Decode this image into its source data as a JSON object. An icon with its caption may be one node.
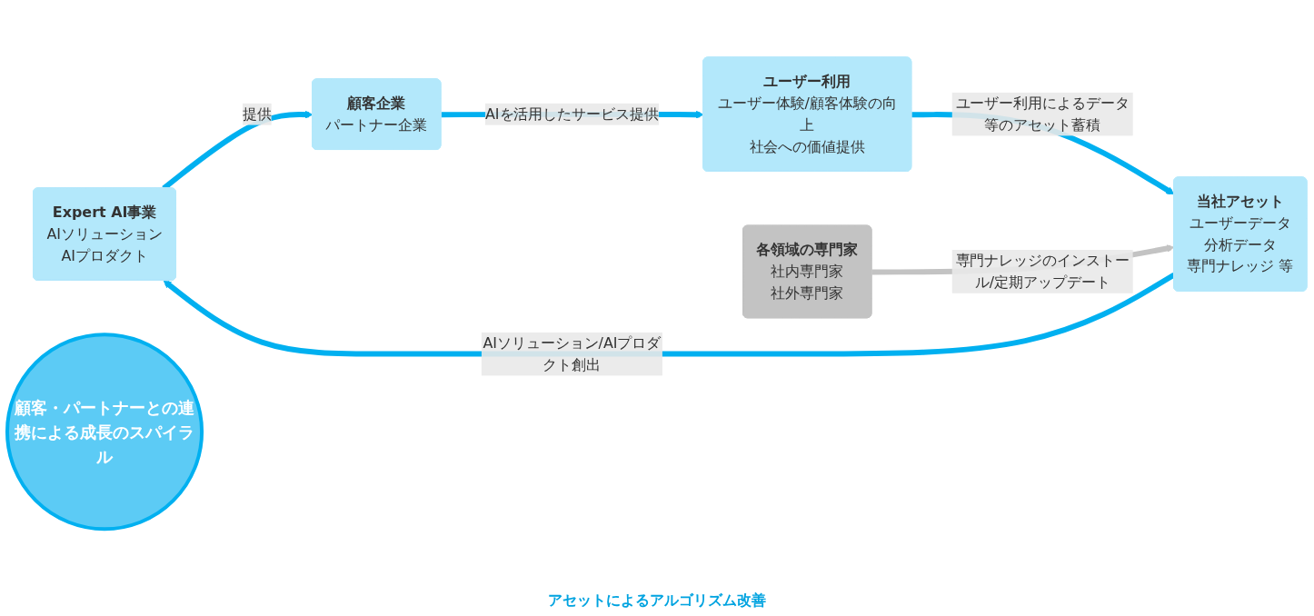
{
  "diagram": {
    "nodes": [
      {
        "text": [
          "Expert AI事業",
          "AIソリューション",
          "AIプロダクト"
        ]
      },
      {
        "text": [
          "顧客企業",
          "パートナー企業"
        ]
      },
      {
        "text": [
          "各領域の専門家",
          "社内専門家",
          "社外専門家"
        ]
      },
      {
        "text": [
          "顧客・パートナーとの連携による成長のスパイラル"
        ]
      },
      {
        "text": [
          "当社アセット",
          "ユーザーデータ",
          "分析データ",
          "専門ナレッジ 等"
        ]
      },
      {
        "text": [
          "ユーザー利用",
          "ユーザー体験/顧客体験の向上",
          "社会への価値提供"
        ]
      }
    ],
    "edges": [
      {
        "from": 0,
        "to": 1,
        "arrow": "to",
        "label": "提供"
      },
      {
        "from": 1,
        "to": 5,
        "arrow": "to",
        "label": "AIを活用したサービス提供"
      },
      {
        "from": 5,
        "to": 4,
        "arrow": "to",
        "label": "ユーザー利用によるデータ等のアセット蓄積"
      },
      {
        "from": 4,
        "to": 0,
        "arrow": "to",
        "label": "AIソリューション/AIプロダクト創出"
      },
      {
        "from": 2,
        "to": 4,
        "arrow": "to",
        "label": "専門ナレッジのインストール/定期アップデート",
        "color": "#c3c3c3"
      }
    ],
    "labels": [
      "アセットによるアルゴリズム改善"
    ]
  }
}
